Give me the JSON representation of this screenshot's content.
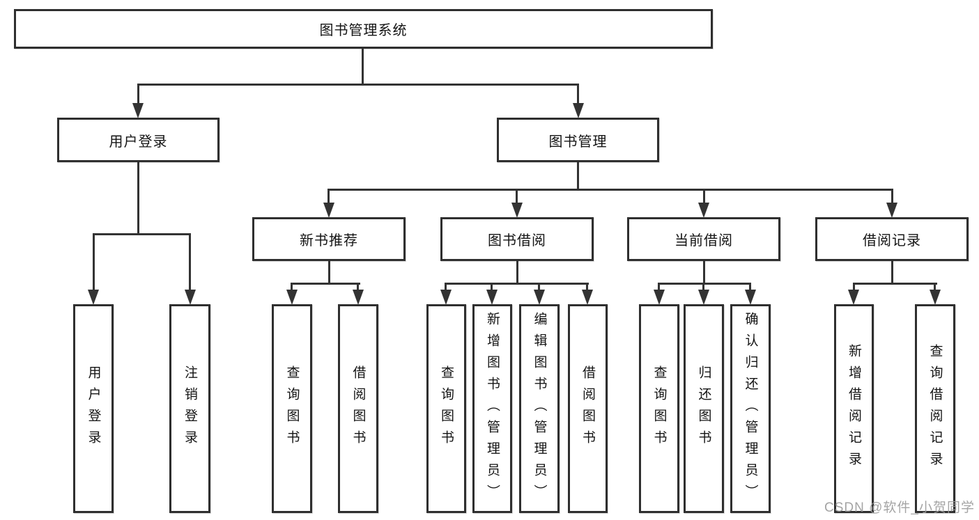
{
  "diagram": {
    "root": "图书管理系统",
    "branches": [
      {
        "label": "用户登录",
        "children": [
          "用户登录",
          "注销登录"
        ]
      },
      {
        "label": "图书管理",
        "groups": [
          {
            "label": "新书推荐",
            "children": [
              "查询图书",
              "借阅图书"
            ]
          },
          {
            "label": "图书借阅",
            "children": [
              "查询图书",
              "新增图书（管理员）",
              "编辑图书（管理员）",
              "借阅图书"
            ]
          },
          {
            "label": "当前借阅",
            "children": [
              "查询图书",
              "归还图书",
              "确认归还（管理员）"
            ]
          },
          {
            "label": "借阅记录",
            "children": [
              "新增借阅记录",
              "查询借阅记录"
            ]
          }
        ]
      }
    ]
  },
  "watermark": "CSDN @软件_小贺同学",
  "colors": {
    "line": "#333333",
    "box_border": "#2f2f2f",
    "text": "#141414",
    "watermark": "#9b9b9b",
    "background": "#ffffff"
  }
}
